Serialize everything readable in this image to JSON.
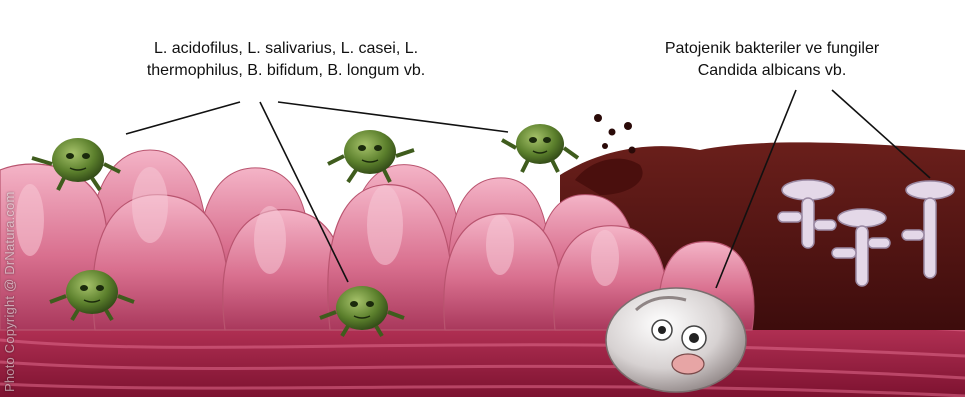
{
  "labels": {
    "probiotics_line1": "L. acidofilus, L. salivarius, L. casei, L.",
    "probiotics_line2": "thermophilus, B. bifidum, B. longum vb.",
    "pathogens_line1": "Patojenik bakteriler ve fungiler",
    "pathogens_line2": "Candida albicans vb."
  },
  "copyright": "Photo Copyright @ DrNatura.com",
  "colors": {
    "villi_pink": "#d9708f",
    "villi_highlight": "#f1aec3",
    "muscle_red": "#b72f52",
    "infected_brown": "#5a1a16",
    "probiotic_green": "#5b7f2c"
  }
}
